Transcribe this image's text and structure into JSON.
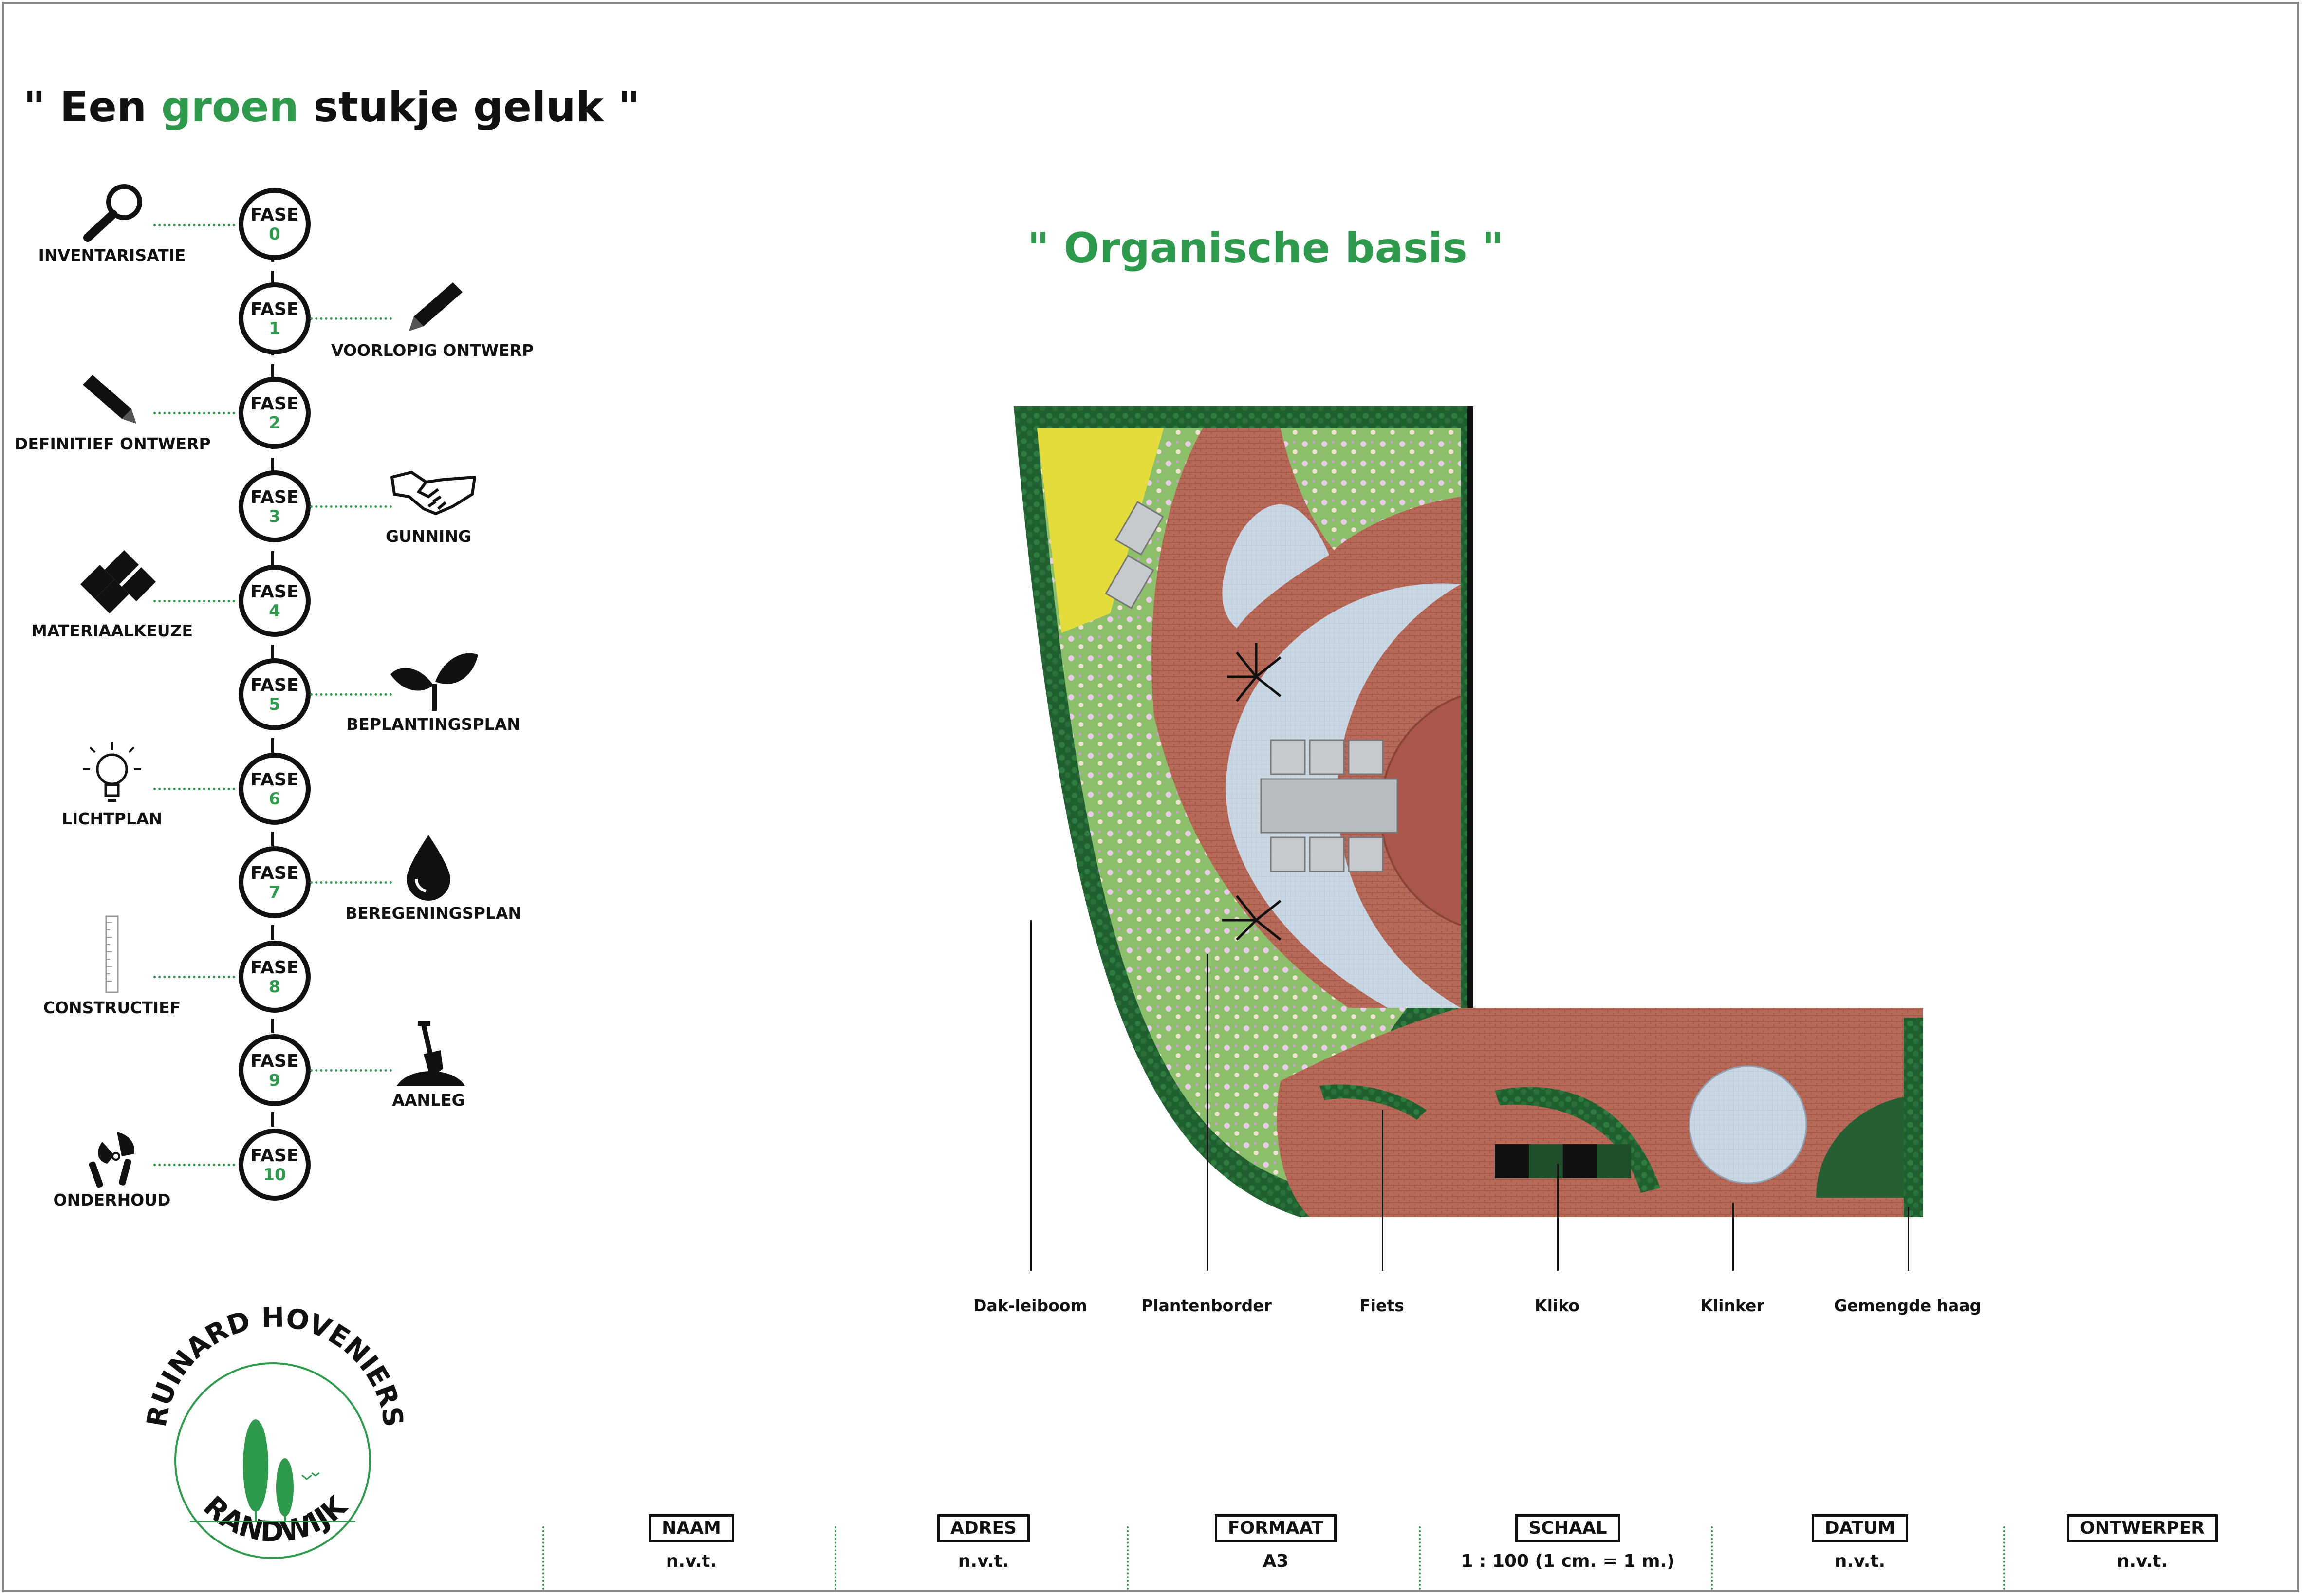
{
  "header": {
    "title_prefix": "\" Een ",
    "title_highlight": "groen",
    "title_suffix": " stukje geluk \"",
    "subtitle": "\" Organische basis \""
  },
  "colors": {
    "accent": "#2e9a4c",
    "brick": "#b85f4f",
    "paving": "#c5d2df",
    "planting": "#6fae55",
    "hedge": "#1f6b33"
  },
  "phases": [
    {
      "label": "FASE",
      "number": "0",
      "name": "INVENTARISATIE",
      "icon": "magnifier-icon"
    },
    {
      "label": "FASE",
      "number": "1",
      "name": "VOORLOPIG ONTWERP",
      "icon": "pencil-icon"
    },
    {
      "label": "FASE",
      "number": "2",
      "name": "DEFINITIEF ONTWERP",
      "icon": "pencil-icon"
    },
    {
      "label": "FASE",
      "number": "3",
      "name": "GUNNING",
      "icon": "handshake-icon"
    },
    {
      "label": "FASE",
      "number": "4",
      "name": "MATERIAALKEUZE",
      "icon": "bricks-icon"
    },
    {
      "label": "FASE",
      "number": "5",
      "name": "BEPLANTINGSPLAN",
      "icon": "sprout-icon"
    },
    {
      "label": "FASE",
      "number": "6",
      "name": "LICHTPLAN",
      "icon": "lightbulb-icon"
    },
    {
      "label": "FASE",
      "number": "7",
      "name": "BEREGENINGSPLAN",
      "icon": "water-drop-icon"
    },
    {
      "label": "FASE",
      "number": "8",
      "name": "CONSTRUCTIEF",
      "icon": "ruler-icon"
    },
    {
      "label": "FASE",
      "number": "9",
      "name": "AANLEG",
      "icon": "shovel-icon"
    },
    {
      "label": "FASE",
      "number": "10",
      "name": "ONDERHOUD",
      "icon": "pruning-shears-icon"
    }
  ],
  "legend": [
    "Dak-leiboom",
    "Plantenborder",
    "Fiets",
    "Kliko",
    "Klinker",
    "Gemengde haag"
  ],
  "logo": {
    "top_text": "RUINARD HOVENIERS",
    "bottom_text": "RANDWIJK"
  },
  "footer": [
    {
      "label": "NAAM",
      "value": "n.v.t."
    },
    {
      "label": "ADRES",
      "value": "n.v.t."
    },
    {
      "label": "FORMAAT",
      "value": "A3"
    },
    {
      "label": "SCHAAL",
      "value": "1 : 100 (1 cm. = 1 m.)"
    },
    {
      "label": "DATUM",
      "value": "n.v.t."
    },
    {
      "label": "ONTWERPER",
      "value": "n.v.t."
    }
  ]
}
